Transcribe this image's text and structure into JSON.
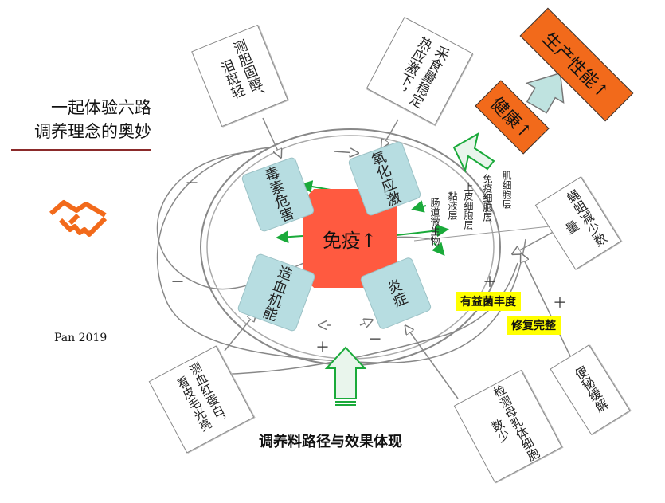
{
  "title": {
    "line1": "一起体验六路",
    "line2": "调养理念的奥妙"
  },
  "author": "Pan  2019",
  "caption": "调养料路径与效果体现",
  "core": "免疫↑",
  "nodes": {
    "toxin": "毒素危害",
    "oxidative": "氧化应激",
    "hematopoiesis": "造血机能",
    "inflammation": "炎症"
  },
  "cards": {
    "bile": "测胆固醇、泪斑轻",
    "heat": "采食量稳定热应激下，",
    "blood": "测血红蛋白，看皮毛光亮",
    "milk": "检测母乳体细胞数少",
    "flies": "蝇蛆减少数量",
    "constipation": "便秘缓解"
  },
  "tags": {
    "flora": "有益菌丰度",
    "repair": "修复完整"
  },
  "layers": {
    "col1": "肌细胞层",
    "col2": "免疫细胞层",
    "col3": "上皮细胞层",
    "col4": "黏液层",
    "col5": "肠道微生物"
  },
  "outcomes": {
    "health": "健康↑",
    "production": "生产性能↑"
  },
  "signs": {
    "minus_top": "－",
    "minus_left": "－",
    "minus_mid": "－",
    "plus_bottom": "＋",
    "plus_right1": "＋",
    "plus_right2": "＋"
  },
  "colors": {
    "core": "#ff5a40",
    "node": "#b7dde1",
    "outcome": "#f26a1b",
    "tag": "#ffff00",
    "green_arrow": "#1aaa3a",
    "logo": "#f26a1b"
  },
  "icons": {
    "logo": "handshake-icon"
  }
}
